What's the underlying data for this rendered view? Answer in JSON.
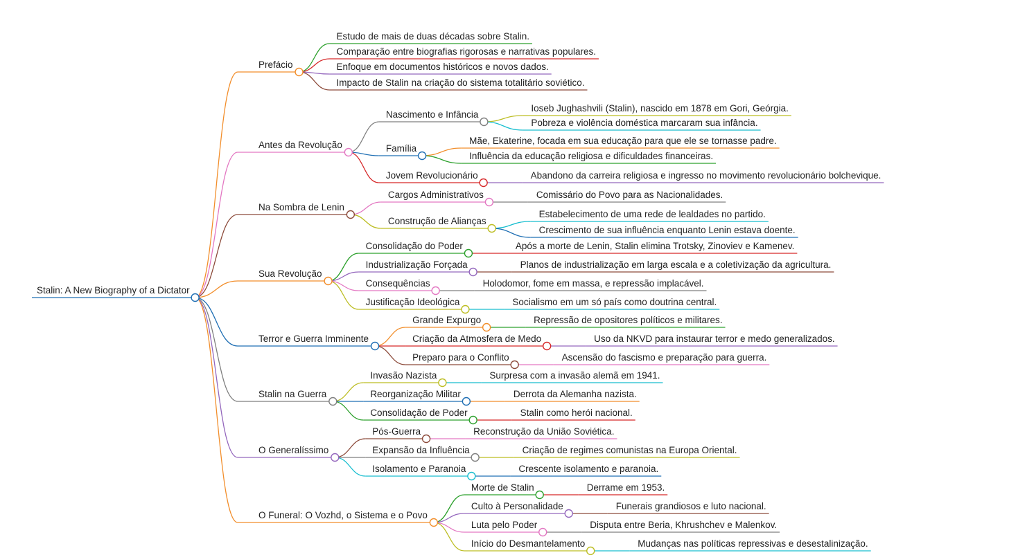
{
  "root": {
    "label": "Stalin: A New Biography of a Dictator",
    "color": "#1f6fb4"
  },
  "sections": [
    {
      "label": "Prefácio",
      "color": "#f28e2b",
      "children": [
        {
          "label": "Estudo de mais de duas décadas sobre Stalin.",
          "color": "#2ca02c"
        },
        {
          "label": "Comparação entre biografias rigorosas e narrativas populares.",
          "color": "#d62728"
        },
        {
          "label": "Enfoque em documentos históricos e novos dados.",
          "color": "#9467bd"
        },
        {
          "label": "Impacto de Stalin na criação do sistema totalitário soviético.",
          "color": "#8c4a3a"
        }
      ]
    },
    {
      "label": "Antes da Revolução",
      "color": "#e377c2",
      "children": [
        {
          "label": "Nascimento e Infância",
          "color": "#7f7f7f",
          "children": [
            {
              "label": "Ioseb Jughashvili (Stalin), nascido em 1878 em Gori, Geórgia.",
              "color": "#bcbd22"
            },
            {
              "label": "Pobreza e violência doméstica marcaram sua infância.",
              "color": "#17becf"
            }
          ]
        },
        {
          "label": "Família",
          "color": "#1f6fb4",
          "children": [
            {
              "label": "Mãe, Ekaterine, focada em sua educação para que ele se tornasse padre.",
              "color": "#f28e2b"
            },
            {
              "label": "Influência da educação religiosa e dificuldades financeiras.",
              "color": "#2ca02c"
            }
          ]
        },
        {
          "label": "Jovem Revolucionário",
          "color": "#d62728",
          "children": [
            {
              "label": "Abandono da carreira religiosa e ingresso no movimento revolucionário bolchevique.",
              "color": "#9467bd"
            }
          ]
        }
      ]
    },
    {
      "label": "Na Sombra de Lenin",
      "color": "#8c4a3a",
      "children": [
        {
          "label": "Cargos Administrativos",
          "color": "#e377c2",
          "children": [
            {
              "label": "Comissário do Povo para as Nacionalidades.",
              "color": "#7f7f7f"
            }
          ]
        },
        {
          "label": "Construção de Alianças",
          "color": "#bcbd22",
          "children": [
            {
              "label": "Estabelecimento de uma rede de lealdades no partido.",
              "color": "#17becf"
            },
            {
              "label": "Crescimento de sua influência enquanto Lenin estava doente.",
              "color": "#1f6fb4"
            }
          ]
        }
      ]
    },
    {
      "label": "Sua Revolução",
      "color": "#f28e2b",
      "children": [
        {
          "label": "Consolidação do Poder",
          "color": "#2ca02c",
          "children": [
            {
              "label": "Após a morte de Lenin, Stalin elimina Trotsky, Zinoviev e Kamenev.",
              "color": "#d62728"
            }
          ]
        },
        {
          "label": "Industrialização Forçada",
          "color": "#9467bd",
          "children": [
            {
              "label": "Planos de industrialização em larga escala e a coletivização da agricultura.",
              "color": "#8c4a3a"
            }
          ]
        },
        {
          "label": "Consequências",
          "color": "#e377c2",
          "children": [
            {
              "label": "Holodomor, fome em massa, e repressão implacável.",
              "color": "#7f7f7f"
            }
          ]
        },
        {
          "label": "Justificação Ideológica",
          "color": "#bcbd22",
          "children": [
            {
              "label": "Socialismo em um só país como doutrina central.",
              "color": "#17becf"
            }
          ]
        }
      ]
    },
    {
      "label": "Terror e Guerra Imminente",
      "color": "#1f6fb4",
      "children": [
        {
          "label": "Grande Expurgo",
          "color": "#f28e2b",
          "children": [
            {
              "label": "Repressão de opositores políticos e militares.",
              "color": "#2ca02c"
            }
          ]
        },
        {
          "label": "Criação da Atmosfera de Medo",
          "color": "#d62728",
          "children": [
            {
              "label": "Uso da NKVD para instaurar terror e medo generalizados.",
              "color": "#9467bd"
            }
          ]
        },
        {
          "label": "Preparo para o Conflito",
          "color": "#8c4a3a",
          "children": [
            {
              "label": "Ascensão do fascismo e preparação para guerra.",
              "color": "#e377c2"
            }
          ]
        }
      ]
    },
    {
      "label": "Stalin na Guerra",
      "color": "#7f7f7f",
      "children": [
        {
          "label": "Invasão Nazista",
          "color": "#bcbd22",
          "children": [
            {
              "label": "Surpresa com a invasão alemã em 1941.",
              "color": "#17becf"
            }
          ]
        },
        {
          "label": "Reorganização Militar",
          "color": "#1f6fb4",
          "children": [
            {
              "label": "Derrota da Alemanha nazista.",
              "color": "#f28e2b"
            }
          ]
        },
        {
          "label": "Consolidação de Poder",
          "color": "#2ca02c",
          "children": [
            {
              "label": "Stalin como herói nacional.",
              "color": "#d62728"
            }
          ]
        }
      ]
    },
    {
      "label": "O Generalíssimo",
      "color": "#9467bd",
      "children": [
        {
          "label": "Pós-Guerra",
          "color": "#8c4a3a",
          "children": [
            {
              "label": "Reconstrução da União Soviética.",
              "color": "#e377c2"
            }
          ]
        },
        {
          "label": "Expansão da Influência",
          "color": "#7f7f7f",
          "children": [
            {
              "label": "Criação de regimes comunistas na Europa Oriental.",
              "color": "#bcbd22"
            }
          ]
        },
        {
          "label": "Isolamento e Paranoia",
          "color": "#17becf",
          "children": [
            {
              "label": "Crescente isolamento e paranoia.",
              "color": "#1f6fb4"
            }
          ]
        }
      ]
    },
    {
      "label": "O Funeral: O Vozhd, o Sistema e o Povo",
      "color": "#f28e2b",
      "children": [
        {
          "label": "Morte de Stalin",
          "color": "#2ca02c",
          "children": [
            {
              "label": "Derrame em 1953.",
              "color": "#d62728"
            }
          ]
        },
        {
          "label": "Culto à Personalidade",
          "color": "#9467bd",
          "children": [
            {
              "label": "Funerais grandiosos e luto nacional.",
              "color": "#8c4a3a"
            }
          ]
        },
        {
          "label": "Luta pelo Poder",
          "color": "#e377c2",
          "children": [
            {
              "label": "Disputa entre Beria, Khrushchev e Malenkov.",
              "color": "#7f7f7f"
            }
          ]
        },
        {
          "label": "Início do Desmantelamento",
          "color": "#bcbd22",
          "children": [
            {
              "label": "Mudanças nas políticas repressivas e desestalinização.",
              "color": "#17becf"
            }
          ]
        }
      ]
    }
  ]
}
